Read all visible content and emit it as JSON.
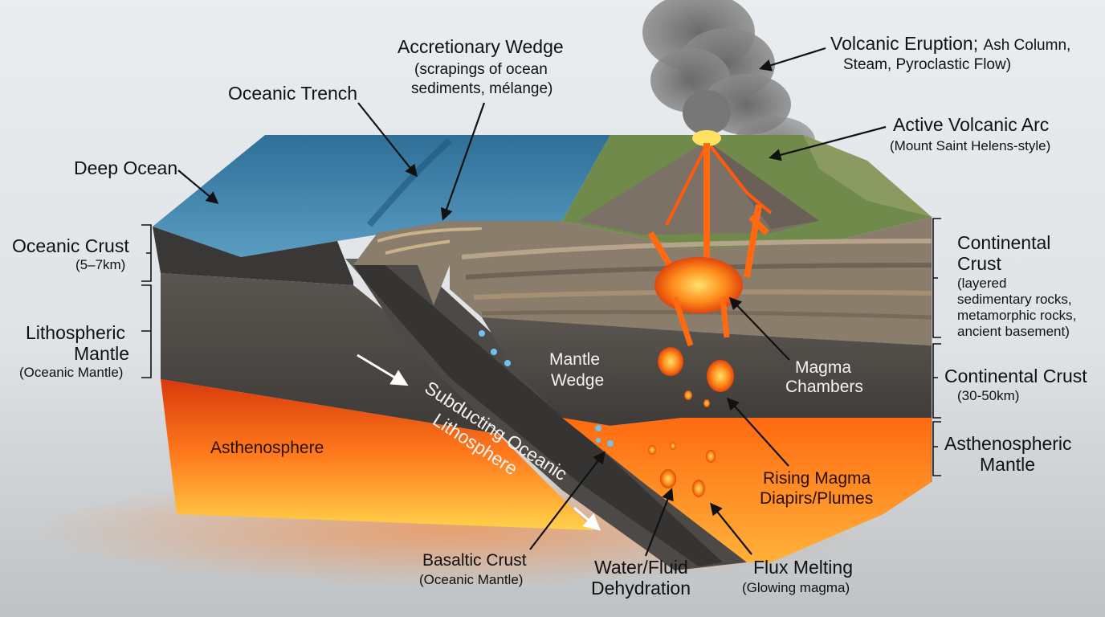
{
  "labels": {
    "eruption": {
      "title": "Volcanic Eruption;",
      "detail1": "Ash Column,",
      "detail2": "Steam, Pyroclastic Flow)"
    },
    "arc": {
      "title": "Active Volcanic Arc",
      "detail": "(Mount Saint Helens-style)"
    },
    "wedge": {
      "title": "Accretionary Wedge",
      "detail1": "(scrapings of ocean",
      "detail2": "sediments, mélange)"
    },
    "trench": {
      "title": "Oceanic Trench"
    },
    "deep_ocean": {
      "title": "Deep Ocean"
    },
    "oceanic_crust": {
      "title": "Oceanic Crust",
      "detail": "(5–7km)"
    },
    "litho_mantle": {
      "title1": "Lithospheric",
      "title2": "Mantle",
      "detail": "(Oceanic Mantle)"
    },
    "asthenosphere": {
      "title": "Asthenosphere"
    },
    "subducting": {
      "title1": "Subducting Oceanic",
      "title2": "Lithosphere"
    },
    "mantle_wedge": {
      "title1": "Mantle",
      "title2": "Wedge"
    },
    "magma_chambers": {
      "title1": "Magma",
      "title2": "Chambers"
    },
    "cont_crust_layers": {
      "title1": "Continental",
      "title2": "Crust",
      "detail1": "(layered",
      "detail2": "sedimentary rocks,",
      "detail3": "metamorphic rocks,",
      "detail4": "ancient basement)"
    },
    "cont_crust_thick": {
      "title": "Continental Crust",
      "detail": "(30-50km)"
    },
    "astheno_mantle": {
      "title1": "Asthenospheric",
      "title2": "Mantle"
    },
    "rising": {
      "title1": "Rising Magma",
      "title2": "Diapirs/Plumes"
    },
    "basaltic": {
      "title": "Basaltic Crust",
      "detail": "(Oceanic Mantle)"
    },
    "water": {
      "title1": "Water/Fluid",
      "title2": "Dehydration"
    },
    "flux": {
      "title": "Flux Melting",
      "detail": "(Glowing magma)"
    }
  },
  "colors": {
    "ocean": "#3d7fa8",
    "lava": "#ff6a10",
    "asthenosphere": "#ff7a1c",
    "mantle_dark": "#4a4845",
    "crust_rock": "#8a7d6c"
  }
}
